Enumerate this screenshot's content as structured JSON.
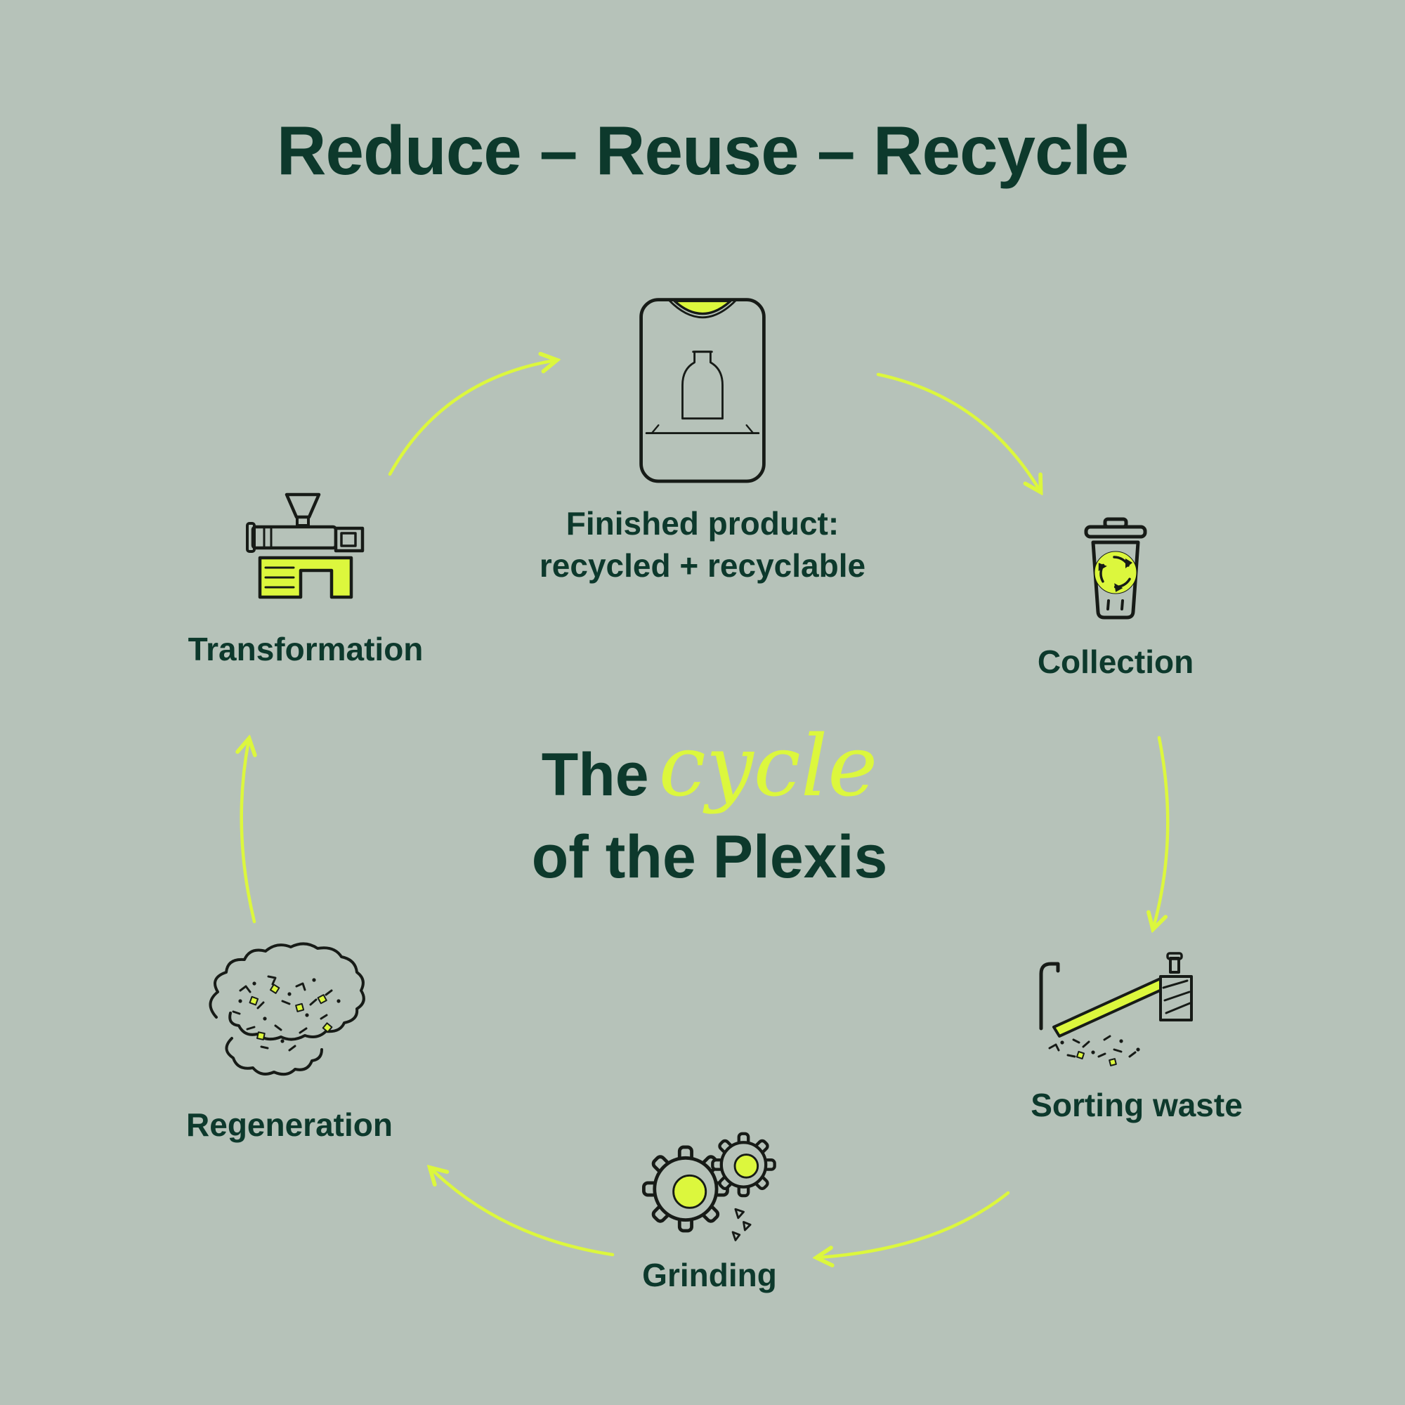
{
  "title": "Reduce – Reuse – Recycle",
  "center": {
    "word_the": "The",
    "word_cycle": "cycle",
    "line2": "of the Plexis"
  },
  "stages": {
    "finished_product": {
      "label_line1": "Finished product:",
      "label_line2": "recycled + recyclable"
    },
    "collection": {
      "label": "Collection"
    },
    "sorting_waste": {
      "label": "Sorting waste"
    },
    "grinding": {
      "label": "Grinding"
    },
    "regeneration": {
      "label": "Regeneration"
    },
    "transformation": {
      "label": "Transformation"
    }
  },
  "colors": {
    "background": "#b6c2b9",
    "heading": "#0d392c",
    "accent": "#dcf73d",
    "icon_stroke": "#171b17"
  }
}
